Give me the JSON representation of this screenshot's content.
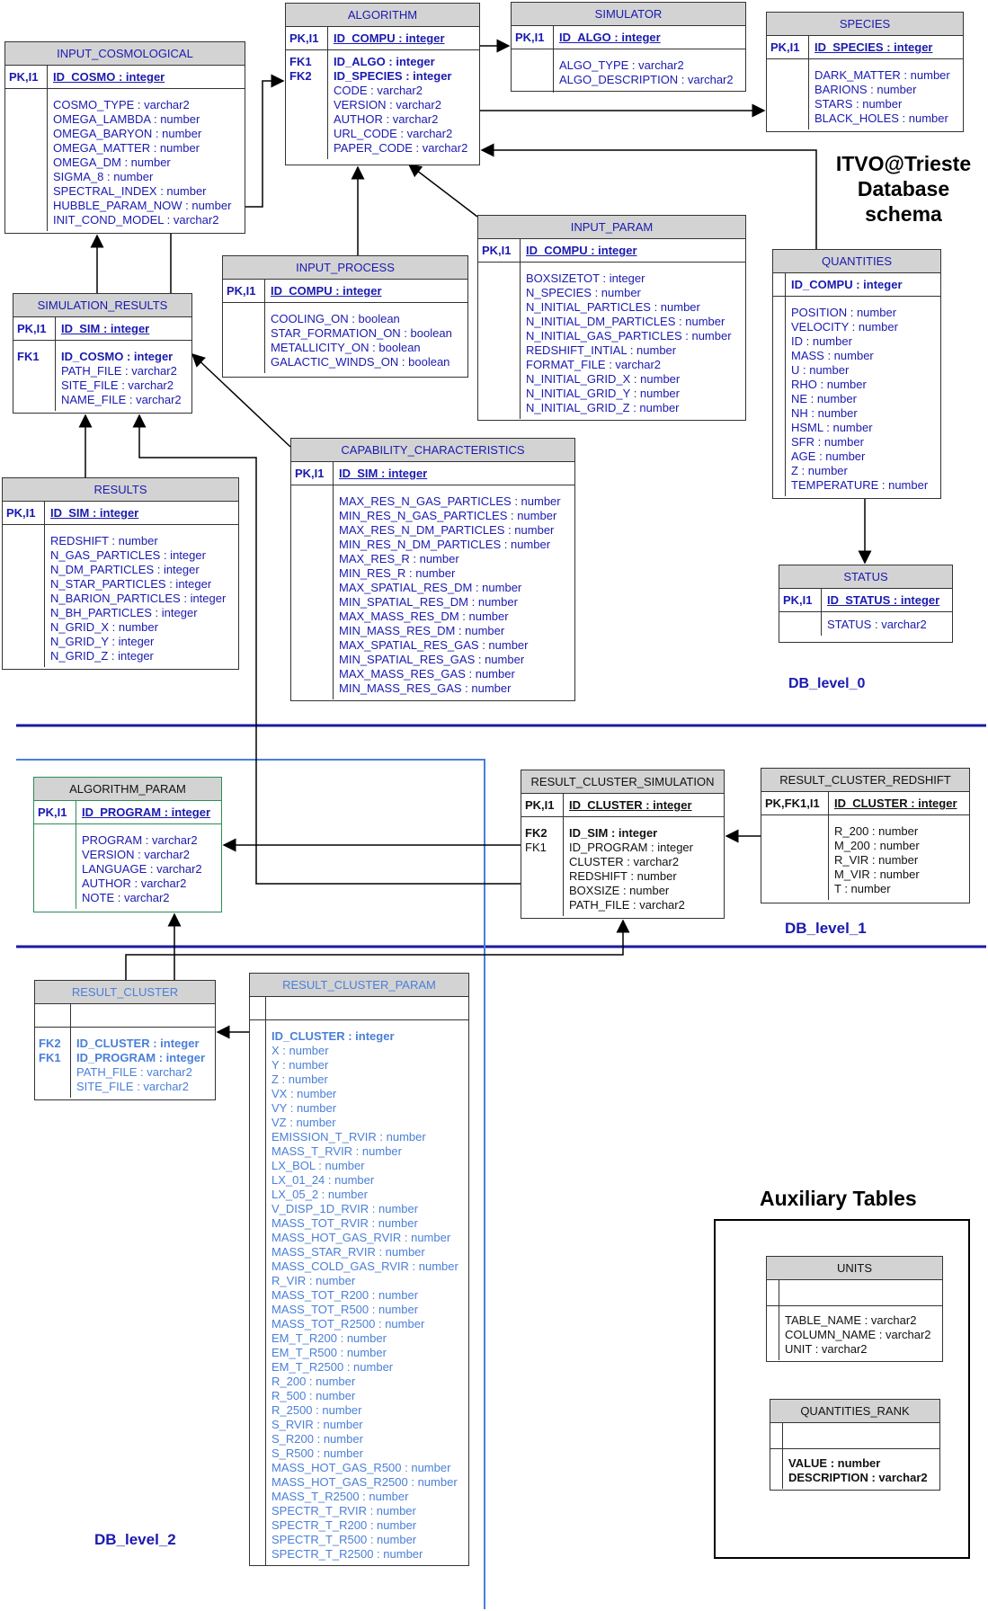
{
  "header": {
    "title_lines": [
      "ITVO@Trieste",
      "Database",
      "schema"
    ]
  },
  "levels": {
    "level0": "DB_level_0",
    "level1": "DB_level_1",
    "level2": "DB_level_2"
  },
  "aux": {
    "title": "Auxiliary Tables"
  },
  "tables": {
    "algorithm": {
      "title": "ALGORITHM",
      "pk_key": "PK,I1",
      "pk_field": "ID_COMPU : integer",
      "keys": [
        "FK1",
        "FK2"
      ],
      "fields": [
        "ID_ALGO : integer",
        "ID_SPECIES : integer",
        "CODE : varchar2",
        "VERSION : varchar2",
        "AUTHOR : varchar2",
        "URL_CODE : varchar2",
        "PAPER_CODE : varchar2"
      ]
    },
    "simulator": {
      "title": "SIMULATOR",
      "pk_key": "PK,I1",
      "pk_field": "ID_ALGO : integer",
      "fields": [
        "ALGO_TYPE : varchar2",
        "ALGO_DESCRIPTION : varchar2"
      ]
    },
    "species": {
      "title": "SPECIES",
      "pk_key": "PK,I1",
      "pk_field": "ID_SPECIES : integer",
      "fields": [
        "DARK_MATTER : number",
        "BARIONS : number",
        "STARS : number",
        "BLACK_HOLES : number"
      ]
    },
    "input_cosmological": {
      "title": "INPUT_COSMOLOGICAL",
      "pk_key": "PK,I1",
      "pk_field": "ID_COSMO : integer",
      "fields": [
        "COSMO_TYPE : varchar2",
        "OMEGA_LAMBDA : number",
        "OMEGA_BARYON : number",
        "OMEGA_MATTER : number",
        "OMEGA_DM : number",
        "SIGMA_8 : number",
        "SPECTRAL_INDEX : number",
        "HUBBLE_PARAM_NOW : number",
        "INIT_COND_MODEL : varchar2"
      ]
    },
    "input_param": {
      "title": "INPUT_PARAM",
      "pk_key": "PK,I1",
      "pk_field": "ID_COMPU : integer",
      "fields": [
        "BOXSIZETOT : integer",
        "N_SPECIES  : number",
        "N_INITIAL_PARTICLES : number",
        "N_INITIAL_DM_PARTICLES : number",
        "N_INITIAL_GAS_PARTICLES : number",
        "REDSHIFT_INTIAL : number",
        "FORMAT_FILE : varchar2",
        "N_INITIAL_GRID_X : number",
        "N_INITIAL_GRID_Y : number",
        "N_INITIAL_GRID_Z : number"
      ]
    },
    "quantities": {
      "title": "QUANTITIES",
      "pk_field": "ID_COMPU : integer",
      "fields": [
        "POSITION : number",
        "VELOCITY : number",
        "ID : number",
        "MASS : number",
        "U : number",
        "RHO : number",
        "NE : number",
        "NH : number",
        "HSML : number",
        "SFR : number",
        "AGE : number",
        "Z : number",
        "TEMPERATURE : number"
      ]
    },
    "input_process": {
      "title": "INPUT_PROCESS",
      "pk_key": "PK,I1",
      "pk_field": "ID_COMPU : integer",
      "fields": [
        "COOLING_ON : boolean",
        "STAR_FORMATION_ON : boolean",
        "METALLICITY_ON : boolean",
        "GALACTIC_WINDS_ON : boolean"
      ]
    },
    "simulation_results": {
      "title": "SIMULATION_RESULTS",
      "pk_key": "PK,I1",
      "pk_field": "ID_SIM : integer",
      "keys": [
        "FK1"
      ],
      "fields": [
        "ID_COSMO : integer",
        "PATH_FILE : varchar2",
        "SITE_FILE : varchar2",
        "NAME_FILE : varchar2"
      ]
    },
    "capability_characteristics": {
      "title": "CAPABILITY_CHARACTERISTICS",
      "pk_key": "PK,I1",
      "pk_field": "ID_SIM : integer",
      "fields": [
        "MAX_RES_N_GAS_PARTICLES : number",
        "MIN_RES_N_GAS_PARTICLES : number",
        "MAX_RES_N_DM_PARTICLES : number",
        "MIN_RES_N_DM_PARTICLES : number",
        "MAX_RES_R : number",
        "MIN_RES_R : number",
        "MAX_SPATIAL_RES_DM : number",
        "MIN_SPATIAL_RES_DM : number",
        "MAX_MASS_RES_DM : number",
        "MIN_MASS_RES_DM : number",
        "MAX_SPATIAL_RES_GAS : number",
        "MIN_SPATIAL_RES_GAS : number",
        "MAX_MASS_RES_GAS : number",
        "MIN_MASS_RES_GAS : number"
      ]
    },
    "results": {
      "title": "RESULTS",
      "pk_key": "PK,I1",
      "pk_field": "ID_SIM : integer",
      "fields": [
        "REDSHIFT : number",
        "N_GAS_PARTICLES : integer",
        "N_DM_PARTICLES : integer",
        "N_STAR_PARTICLES : integer",
        "N_BARION_PARTICLES : integer",
        "N_BH_PARTICLES : integer",
        "N_GRID_X : number",
        "N_GRID_Y : integer",
        "N_GRID_Z : integer"
      ]
    },
    "status": {
      "title": "STATUS",
      "pk_key": "PK,I1",
      "pk_field": "ID_STATUS : integer",
      "fields": [
        "STATUS : varchar2"
      ]
    },
    "algorithm_param": {
      "title": "ALGORITHM_PARAM",
      "pk_key": "PK,I1",
      "pk_field": "ID_PROGRAM : integer",
      "fields": [
        "PROGRAM : varchar2",
        "VERSION : varchar2",
        "LANGUAGE : varchar2",
        "AUTHOR : varchar2",
        "NOTE : varchar2"
      ]
    },
    "result_cluster_simulation": {
      "title": "RESULT_CLUSTER_SIMULATION",
      "pk_key": "PK,I1",
      "pk_field": "ID_CLUSTER : integer",
      "keys": [
        "FK2",
        "FK1"
      ],
      "fields": [
        "ID_SIM : integer",
        "ID_PROGRAM : integer",
        "CLUSTER : varchar2",
        "REDSHIFT : number",
        "BOXSIZE : number",
        "PATH_FILE : varchar2"
      ]
    },
    "result_cluster_redshift": {
      "title": "RESULT_CLUSTER_REDSHIFT",
      "pk_key": "PK,FK1,I1",
      "pk_field": "ID_CLUSTER : integer",
      "fields": [
        "R_200 : number",
        "M_200 : number",
        "R_VIR : number",
        "M_VIR : number",
        "T : number"
      ]
    },
    "result_cluster": {
      "title": "RESULT_CLUSTER",
      "keys": [
        "FK2",
        "FK1"
      ],
      "fields": [
        "ID_CLUSTER : integer",
        "ID_PROGRAM : integer",
        "PATH_FILE : varchar2",
        "SITE_FILE : varchar2"
      ]
    },
    "result_cluster_param": {
      "title": "RESULT_CLUSTER_PARAM",
      "fields": [
        "ID_CLUSTER : integer",
        "X : number",
        "Y : number",
        "Z : number",
        "VX : number",
        "VY : number",
        "VZ : number",
        "EMISSION_T_RVIR : number",
        "MASS_T_RVIR : number",
        "LX_BOL : number",
        "LX_01_24 : number",
        "LX_05_2 : number",
        "V_DISP_1D_RVIR : number",
        "MASS_TOT_RVIR : number",
        "MASS_HOT_GAS_RVIR : number",
        "MASS_STAR_RVIR : number",
        "MASS_COLD_GAS_RVIR : number",
        "R_VIR : number",
        "MASS_TOT_R200 : number",
        "MASS_TOT_R500 : number",
        "MASS_TOT_R2500 : number",
        "EM_T_R200 : number",
        "EM_T_R500 : number",
        "EM_T_R2500 : number",
        "R_200 : number",
        "R_500 : number",
        "R_2500 : number",
        "S_RVIR : number",
        "S_R200 : number",
        "S_R500 : number",
        "MASS_HOT_GAS_R500 : number",
        "MASS_HOT_GAS_R2500 : number",
        "MASS_T_R2500 : number",
        "SPECTR_T_RVIR : number",
        "SPECTR_T_R200 : number",
        "SPECTR_T_R500 : number",
        "SPECTR_T_R2500 : number"
      ]
    },
    "units": {
      "title": "UNITS",
      "fields": [
        "TABLE_NAME : varchar2",
        "COLUMN_NAME : varchar2",
        "UNIT : varchar2"
      ]
    },
    "quantities_rank": {
      "title": "QUANTITIES_RANK",
      "fields": [
        "VALUE : number",
        "DESCRIPTION : varchar2"
      ]
    }
  }
}
